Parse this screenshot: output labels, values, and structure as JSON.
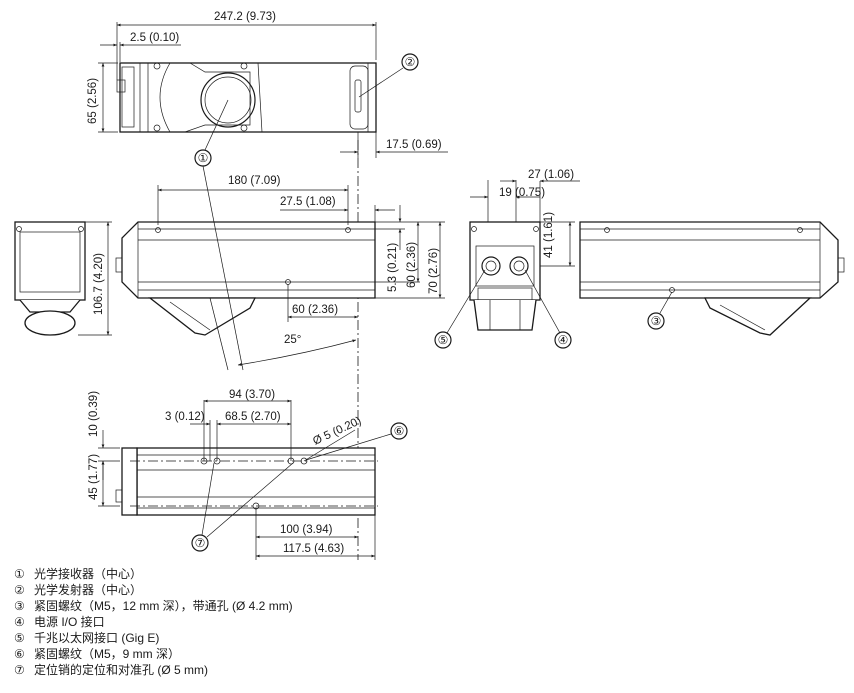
{
  "dimensions": {
    "overall_length": "247.2 (9.73)",
    "left_offset": "2.5 (0.10)",
    "top_height": "65 (2.56)",
    "right_offset": "17.5 (0.69)",
    "receiver_pos": "180 (7.09)",
    "emitter_pos": "27.5 (1.08)",
    "side_5_3": "5.3 (0.21)",
    "side_60": "60 (2.36)",
    "side_70": "70 (2.76)",
    "end_height": "106.7 (4.20)",
    "bottom_60": "60 (2.36)",
    "angle": "25°",
    "conn_27": "27 (1.06)",
    "conn_19": "19 (0.75)",
    "conn_41": "41 (1.61)",
    "bot_94": "94 (3.70)",
    "bot_3": "3 (0.12)",
    "bot_68_5": "68.5 (2.70)",
    "bot_dia5": "Ø 5 (0.20)",
    "bot_10": "10 (0.39)",
    "bot_45": "45 (1.77)",
    "bot_100": "100 (3.94)",
    "bot_117_5": "117.5 (4.63)"
  },
  "callouts": [
    "①",
    "②",
    "③",
    "④",
    "⑤",
    "⑥",
    "⑦"
  ],
  "legend": [
    {
      "num": "①",
      "text": "光学接收器（中心）"
    },
    {
      "num": "②",
      "text": "光学发射器（中心）"
    },
    {
      "num": "③",
      "text": "紧固螺纹（M5，12 mm 深），带通孔 (Ø 4.2 mm)"
    },
    {
      "num": "④",
      "text": "电源 I/O 接口"
    },
    {
      "num": "⑤",
      "text": "千兆以太网接口 (Gig E)"
    },
    {
      "num": "⑥",
      "text": "紧固螺纹（M5，9 mm 深）"
    },
    {
      "num": "⑦",
      "text": "定位销的定位和对准孔 (Ø 5 mm)"
    }
  ]
}
